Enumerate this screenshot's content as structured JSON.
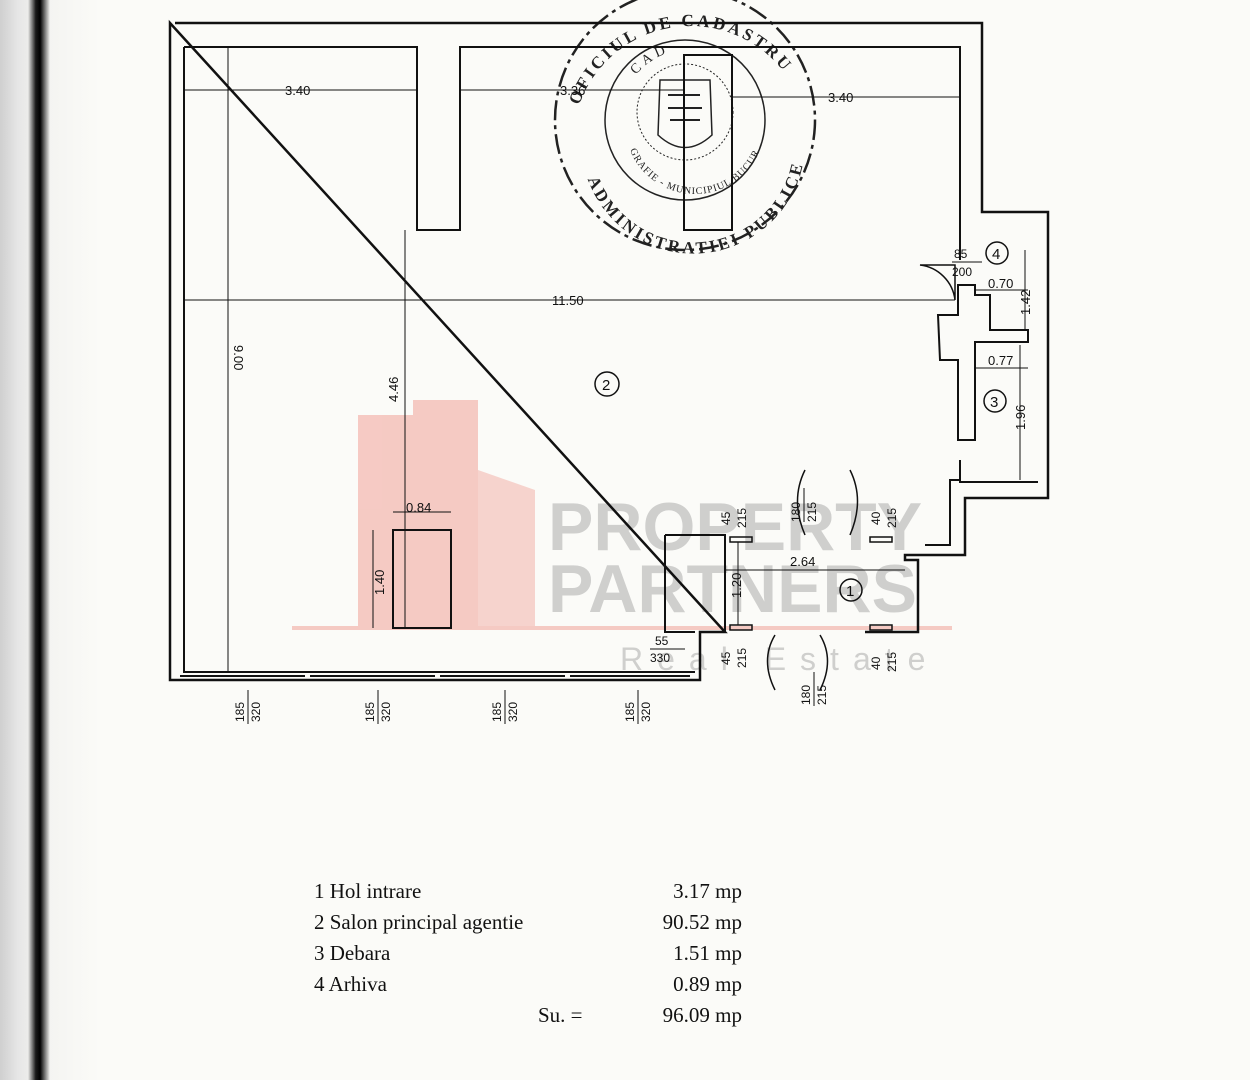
{
  "plan": {
    "dimensions": {
      "top_left": "3.40",
      "top_mid": "3.36",
      "top_right": "3.40",
      "width": "11.50",
      "height": "9.00",
      "mid_height": "4.46",
      "cab_w": "0.84",
      "cab_h": "1.40",
      "hall_w": "2.64",
      "hall_h": "1.20",
      "arch_w": "0.70",
      "arch_h": "1.42",
      "deb_w": "0.77",
      "deb_h": "1.96"
    },
    "openings": {
      "win1_top": "185",
      "win1_bot": "320",
      "win2_top": "185",
      "win2_bot": "320",
      "win3_top": "185",
      "win3_bot": "320",
      "win4_top": "185",
      "win4_bot": "320",
      "door_ext_top": "180",
      "door_ext_bot": "215",
      "door_int_top": "180",
      "door_int_bot": "215",
      "side_tl_top": "45",
      "side_tl_bot": "215",
      "side_tr_top": "40",
      "side_tr_bot": "215",
      "side_bl_top": "45",
      "side_bl_bot": "215",
      "side_br_top": "40",
      "side_br_bot": "215",
      "arch_door_top": "85",
      "arch_door_bot": "200",
      "panel_top": "55",
      "panel_bot": "330"
    },
    "rooms": {
      "r1": "1",
      "r2": "2",
      "r3": "3",
      "r4": "4"
    }
  },
  "stamp": {
    "lines": [
      "OFICIUL DE CADASTRU",
      "ADMINISTRATIEI PUBLICE",
      "CAD",
      "GRAFIE - MUNICIPIUL BUCURESTI"
    ]
  },
  "watermark": {
    "line1": "PROPERTY",
    "line2": "PARTNERS",
    "line3": "Real Estate",
    "color": "#e86a5c"
  },
  "legend": {
    "rows": [
      {
        "label": "1 Hol intrare",
        "area": "3.17 mp"
      },
      {
        "label": "2 Salon principal agentie",
        "area": "90.52 mp"
      },
      {
        "label": "3 Debara",
        "area": "1.51 mp"
      },
      {
        "label": "4 Arhiva",
        "area": "0.89 mp"
      }
    ],
    "total_label": "Su. =",
    "total_area": "96.09 mp"
  }
}
